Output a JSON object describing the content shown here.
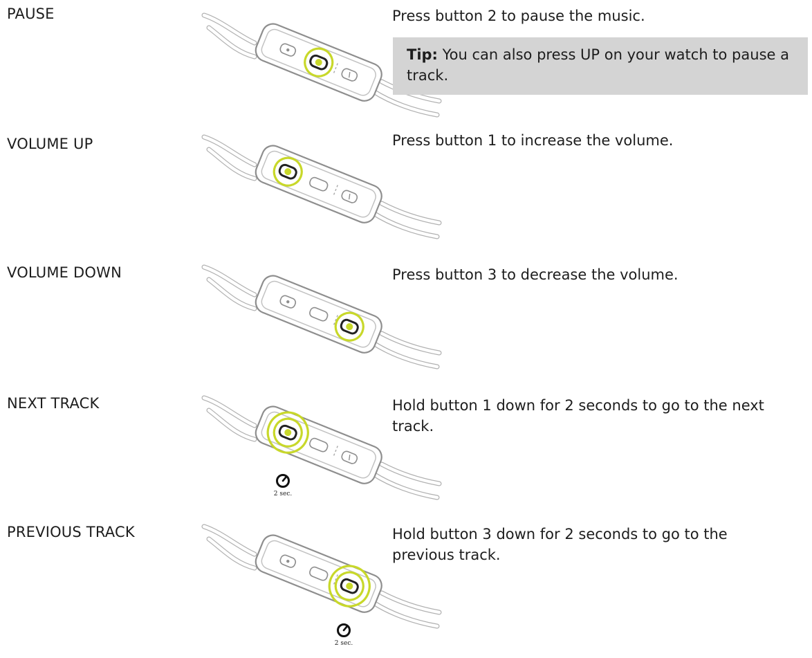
{
  "colors": {
    "highlight": "#c8d82a",
    "tip_bg": "#d4d4d4",
    "text": "#1d1d1d"
  },
  "tip": {
    "label": "Tip:",
    "text": "You can also press UP on your watch to pause a track."
  },
  "rows": [
    {
      "label": "PAUSE",
      "description": "Press button 2 to pause the music.",
      "highlighted_button": 2,
      "hold": false
    },
    {
      "label": "VOLUME UP",
      "description": "Press button 1 to increase the volume.",
      "highlighted_button": 1,
      "hold": false
    },
    {
      "label": "VOLUME DOWN",
      "description": "Press button 3 to decrease the volume.",
      "highlighted_button": 3,
      "hold": false
    },
    {
      "label": "NEXT TRACK",
      "description": "Hold button 1 down for 2 seconds to go to the next track.",
      "highlighted_button": 1,
      "hold": true,
      "hold_text": "2 sec."
    },
    {
      "label": "PREVIOUS TRACK",
      "description": "Hold button 3 down for 2 seconds to go to the previous track.",
      "highlighted_button": 3,
      "hold": true,
      "hold_text": "2 sec."
    }
  ]
}
